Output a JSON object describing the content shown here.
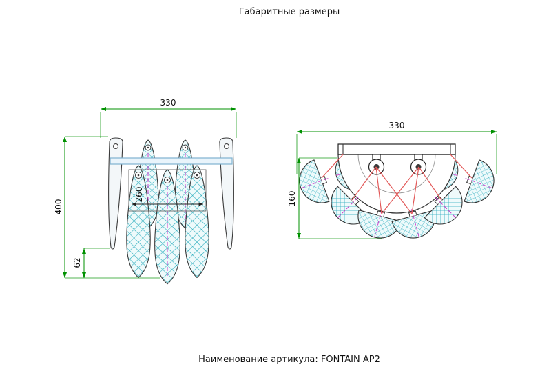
{
  "page": {
    "title": "Габаритные размеры",
    "footer": "Наименование артикула: FONTAIN AP2"
  },
  "front_view": {
    "dim_width": "330",
    "dim_height": "400",
    "dim_plate": "260",
    "dim_offset": "62"
  },
  "top_view": {
    "dim_width": "330",
    "dim_depth": "160"
  },
  "colors": {
    "dimension": "#009100",
    "outline": "#3a3a3a",
    "hatch": "#2aacbd",
    "hatch_bg": "#eefafb",
    "wire": "#e25858",
    "centerline": "#cc3fcc",
    "bar": "#7fb2d0",
    "text": "#111111"
  }
}
